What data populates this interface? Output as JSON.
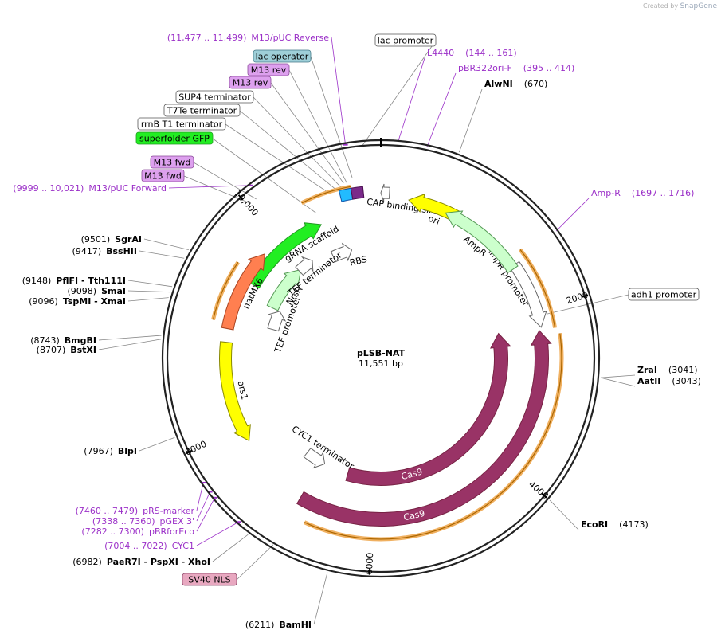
{
  "credit": {
    "prefix": "Created by",
    "brand": "SnapGene"
  },
  "plasmid": {
    "name": "pLSB-NAT",
    "size": "11,551 bp"
  },
  "ticks": [
    {
      "label": "2000",
      "angle": 73
    },
    {
      "label": "4000",
      "angle": 130
    },
    {
      "label": "6000",
      "angle": 183
    },
    {
      "label": "8000",
      "angle": 244
    },
    {
      "label": "10,000",
      "angle": 319
    }
  ],
  "features": [
    {
      "name": "RBS",
      "type": "arrow",
      "color": "#ffffff",
      "stroke": "#666666",
      "r": 141,
      "a1": 335,
      "a2": 345,
      "dir": "cw",
      "w": 14,
      "label": "RBS",
      "label_angle": 347
    },
    {
      "name": "gRNA scaffold",
      "type": "arrow",
      "color": "#22ee22",
      "stroke": "#229922",
      "r": 184,
      "a1": 300,
      "a2": 336,
      "dir": "cw",
      "w": 15,
      "label": "gRNA scaffold",
      "label_angle": 329
    },
    {
      "name": "lac-operator",
      "type": "block",
      "color": "#22bbff",
      "stroke": "#1155aa",
      "r": 210,
      "a1": 346,
      "a2": 350,
      "w": 14
    },
    {
      "name": "lac-promoter-block",
      "type": "block",
      "color": "#7a2a8a",
      "stroke": "#4a1050",
      "r": 210,
      "a1": 350,
      "a2": 354,
      "w": 14
    },
    {
      "name": "CAP binding site",
      "type": "arrow",
      "color": "#ffffff",
      "stroke": "#666666",
      "r": 208,
      "a1": 0,
      "a2": 3,
      "dir": "ccw",
      "w": 14,
      "label": "CAP binding site",
      "label_angle": 8
    },
    {
      "name": "ori",
      "type": "arrow",
      "color": "#ffff00",
      "stroke": "#888800",
      "r": 202,
      "a1": 10,
      "a2": 28,
      "dir": "ccw",
      "w": 15,
      "label": "ori",
      "label_angle": 21
    },
    {
      "name": "AmpR-promoter",
      "type": "arrow",
      "color": "#ffffff",
      "stroke": "#666666",
      "r": 205,
      "a1": 55,
      "a2": 79,
      "dir": "cw",
      "w": 14,
      "label": "AmpR promoter",
      "label_angle": 57
    },
    {
      "name": "AmpR",
      "type": "arrow",
      "color": "#ccffcc",
      "stroke": "#559955",
      "r": 200,
      "a1": 24,
      "a2": 56,
      "dir": "ccw",
      "w": 15,
      "label": "AmpR",
      "label_angle": 40
    },
    {
      "name": "Cas9-inner",
      "type": "arrow",
      "color": "#993366",
      "stroke": "#772244",
      "r": 151,
      "a1": 78,
      "a2": 196,
      "dir": "ccw",
      "w": 17,
      "label": "Cas9",
      "label_angle": 165
    },
    {
      "name": "Cas9-outer",
      "type": "arrow",
      "color": "#993366",
      "stroke": "#772244",
      "r": 202,
      "a1": 80,
      "a2": 210,
      "dir": "ccw",
      "w": 17,
      "label": "Cas9",
      "label_angle": 168
    },
    {
      "name": "CYC1 terminator",
      "type": "arrow",
      "color": "#ffffff",
      "stroke": "#666666",
      "r": 150,
      "a1": 208,
      "a2": 218,
      "dir": "ccw",
      "w": 14,
      "label": "CYC1 terminator",
      "label_angle": 213
    },
    {
      "name": "ars1",
      "type": "arrow",
      "color": "#ffff00",
      "stroke": "#888800",
      "r": 195,
      "a1": 238,
      "a2": 276,
      "dir": "ccw",
      "w": 15,
      "label": "ars1",
      "label_angle": 257
    },
    {
      "name": "TEF promoter",
      "type": "arrow",
      "color": "#ffffff",
      "stroke": "#666666",
      "r": 140,
      "a1": 285,
      "a2": 295,
      "dir": "cw",
      "w": 14,
      "label": "TEF promoter",
      "label_angle": 290
    },
    {
      "name": "NrsR",
      "type": "arrow",
      "color": "#ccffcc",
      "stroke": "#559955",
      "r": 150,
      "a1": 295,
      "a2": 318,
      "dir": "cw",
      "w": 15,
      "label": "NrsR",
      "label_angle": 306
    },
    {
      "name": "TEF terminator",
      "type": "arrow",
      "color": "#ffffff",
      "stroke": "#666666",
      "r": 150,
      "a1": 317,
      "a2": 325,
      "dir": "cw",
      "w": 14,
      "label": "TEF terminator",
      "label_angle": 322
    },
    {
      "name": "natMX6",
      "type": "arrow",
      "color": "#ff7f50",
      "stroke": "#aa4422",
      "r": 196,
      "a1": 281,
      "a2": 312,
      "dir": "cw",
      "w": 15,
      "label": "natMX6",
      "label_angle": 297
    }
  ],
  "orange_arcs": [
    {
      "r": 222,
      "a1": 52,
      "a2": 80
    },
    {
      "r": 227,
      "a1": 82,
      "a2": 205
    },
    {
      "r": 216,
      "a1": 283,
      "a2": 304
    },
    {
      "r": 219,
      "a1": 333,
      "a2": 350
    }
  ],
  "left_labels": [
    {
      "pos": "(11,477 .. 11,499)",
      "name": "M13/pUC Reverse",
      "kind": "primer"
    },
    {
      "pos": "(9999 .. 10,021)",
      "name": "M13/pUC Forward",
      "kind": "primer"
    },
    {
      "pos": "(9501)",
      "name": "SgrAI",
      "kind": "enzyme"
    },
    {
      "pos": "(9417)",
      "name": "BssHII",
      "kind": "enzyme"
    },
    {
      "pos": "(9148)",
      "name": "PflFI - Tth111I",
      "kind": "enzyme"
    },
    {
      "pos": "(9098)",
      "name": "SmaI",
      "kind": "enzyme"
    },
    {
      "pos": "(9096)",
      "name": "TspMI - XmaI",
      "kind": "enzyme"
    },
    {
      "pos": "(8743)",
      "name": "BmgBI",
      "kind": "enzyme"
    },
    {
      "pos": "(8707)",
      "name": "BstXI",
      "kind": "enzyme"
    },
    {
      "pos": "(7967)",
      "name": "BlpI",
      "kind": "enzyme"
    },
    {
      "pos": "(7460 .. 7479)",
      "name": "pRS-marker",
      "kind": "primer"
    },
    {
      "pos": "(7338 .. 7360)",
      "name": "pGEX 3'",
      "kind": "primer"
    },
    {
      "pos": "(7282 .. 7300)",
      "name": "pBRforEco",
      "kind": "primer"
    },
    {
      "pos": "(7004 .. 7022)",
      "name": "CYC1",
      "kind": "primer"
    },
    {
      "pos": "(6982)",
      "name": "PaeR7I - PspXI - XhoI",
      "kind": "enzyme"
    },
    {
      "pos": "(6211)",
      "name": "BamHI",
      "kind": "enzyme"
    }
  ],
  "right_labels": [
    {
      "pos": "(144 .. 161)",
      "name": "L4440",
      "kind": "primer"
    },
    {
      "pos": "(395 .. 414)",
      "name": "pBR322ori-F",
      "kind": "primer"
    },
    {
      "pos": "(670)",
      "name": "AlwNI",
      "kind": "enzyme"
    },
    {
      "pos": "(1697 .. 1716)",
      "name": "Amp-R",
      "kind": "primer"
    },
    {
      "pos": "(3041)",
      "name": "ZraI",
      "kind": "enzyme"
    },
    {
      "pos": "(3043)",
      "name": "AatII",
      "kind": "enzyme"
    },
    {
      "pos": "(4173)",
      "name": "EcoRI",
      "kind": "enzyme"
    }
  ],
  "boxed_labels": [
    {
      "text": "lac promoter",
      "fill": "#ffffff",
      "stroke": "#555555"
    },
    {
      "text": "lac operator",
      "fill": "#9ecfd8",
      "stroke": "#457a88"
    },
    {
      "text": "M13 rev",
      "fill": "#dda0ee",
      "stroke": "#8a4a9a"
    },
    {
      "text": "M13 rev",
      "fill": "#dda0ee",
      "stroke": "#8a4a9a"
    },
    {
      "text": "SUP4 terminator",
      "fill": "#ffffff",
      "stroke": "#555555"
    },
    {
      "text": "T7Te terminator",
      "fill": "#ffffff",
      "stroke": "#555555"
    },
    {
      "text": "rrnB T1 terminator",
      "fill": "#ffffff",
      "stroke": "#555555"
    },
    {
      "text": "superfolder GFP",
      "fill": "#22ee22",
      "stroke": "#229922"
    },
    {
      "text": "M13 fwd",
      "fill": "#dda0ee",
      "stroke": "#8a4a9a"
    },
    {
      "text": "M13 fwd",
      "fill": "#dda0ee",
      "stroke": "#8a4a9a"
    },
    {
      "text": "adh1 promoter",
      "fill": "#ffffff",
      "stroke": "#555555"
    },
    {
      "text": "SV40 NLS",
      "fill": "#e8a8c0",
      "stroke": "#8a4466"
    }
  ],
  "colors": {
    "primer": "#9b30c8",
    "enzyme": "#000000",
    "leader": "#888888",
    "backbone": "#222222",
    "orange": "#f0b060"
  }
}
